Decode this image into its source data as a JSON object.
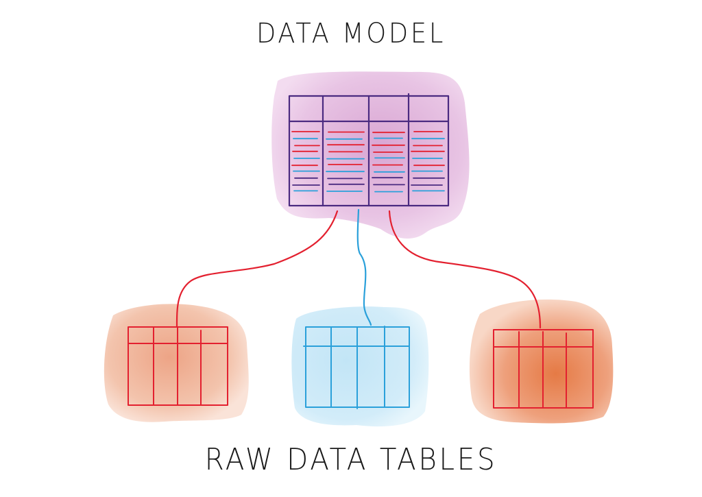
{
  "diagram": {
    "title": "DATA MODEL",
    "caption": "RAW DATA TABLES",
    "colors": {
      "model_wash": "#e2b8dd",
      "model_grid": "#4a2a80",
      "red_line": "#e3202f",
      "blue_line": "#2aa0da",
      "orange_wash": "#e8865a",
      "blue_wash": "#bfe3f5"
    },
    "nodes": [
      {
        "id": "data-model",
        "label": "DATA MODEL",
        "columns": 4,
        "kind": "model"
      },
      {
        "id": "raw-left",
        "columns": 4,
        "kind": "raw",
        "color": "red"
      },
      {
        "id": "raw-middle",
        "columns": 4,
        "kind": "raw",
        "color": "blue"
      },
      {
        "id": "raw-right",
        "columns": 4,
        "kind": "raw",
        "color": "red"
      }
    ],
    "edges": [
      {
        "from": "raw-left",
        "to": "data-model",
        "color": "red"
      },
      {
        "from": "raw-middle",
        "to": "data-model",
        "color": "blue"
      },
      {
        "from": "raw-right",
        "to": "data-model",
        "color": "red"
      }
    ]
  }
}
